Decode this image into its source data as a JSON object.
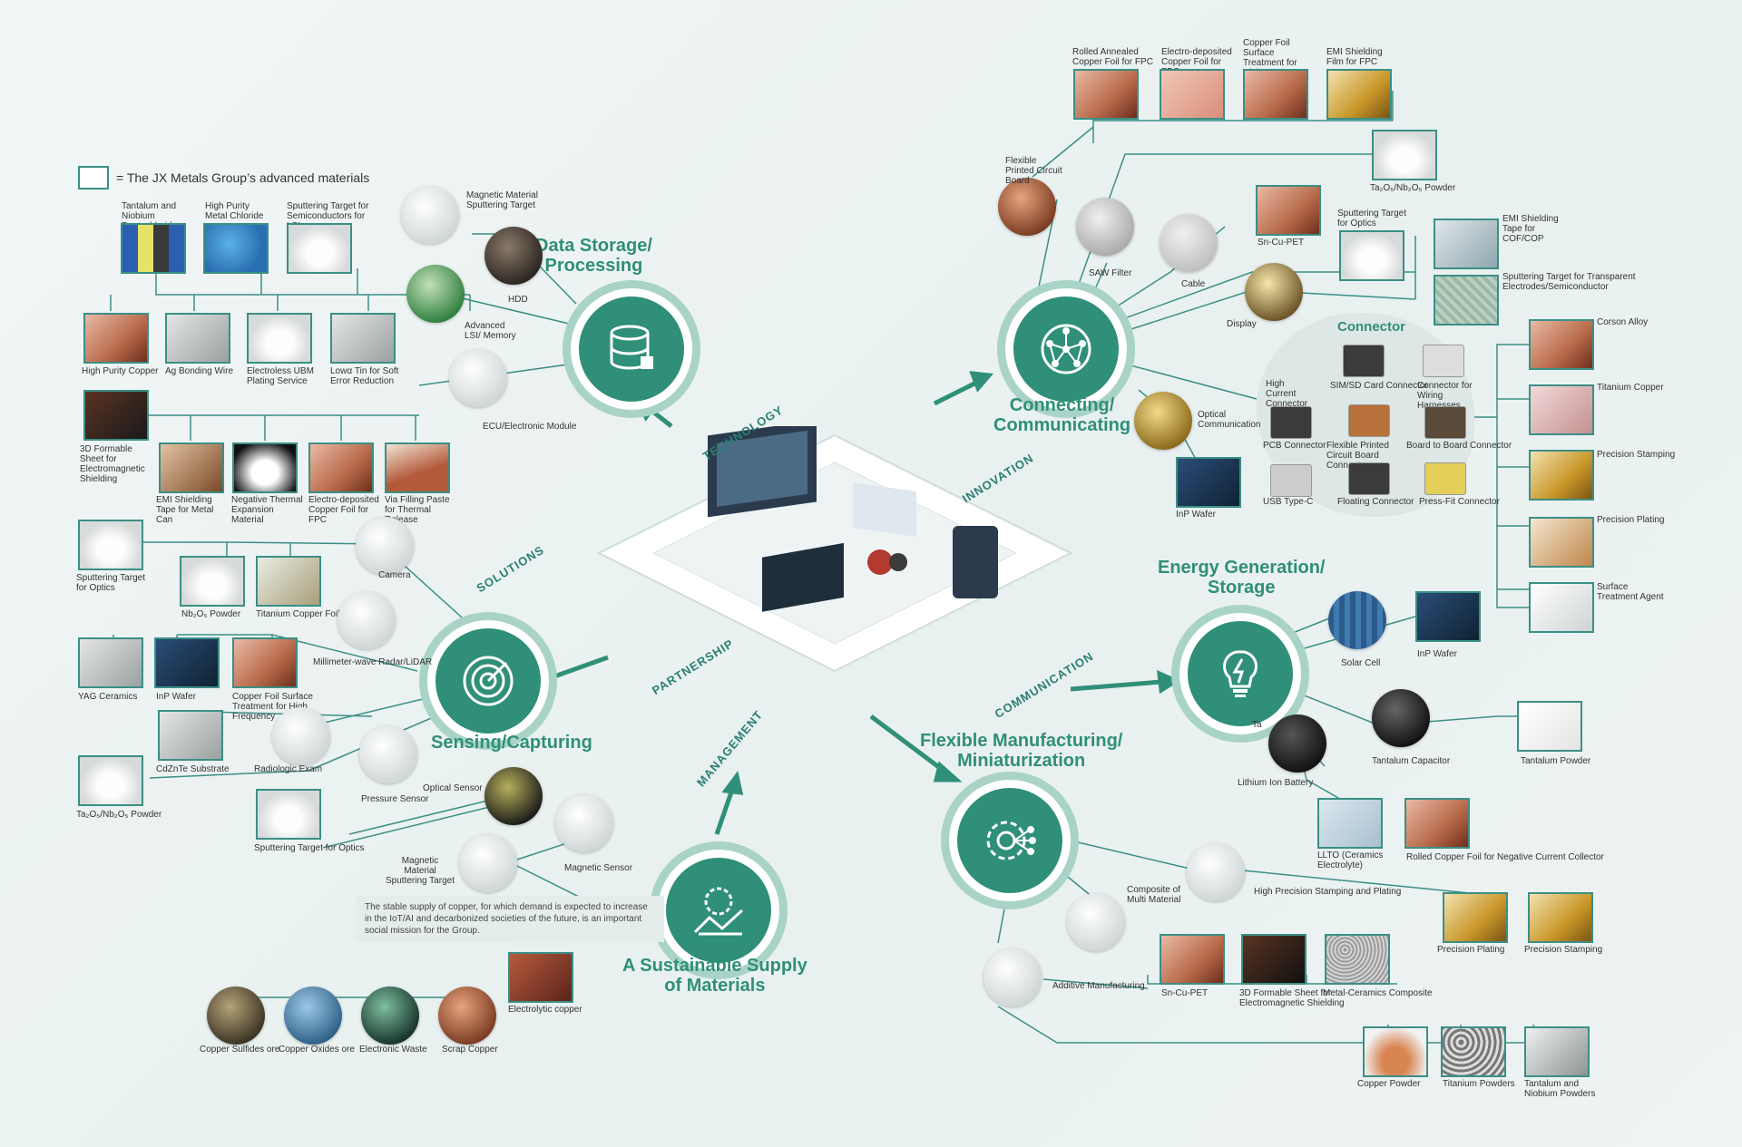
{
  "legend": {
    "text": "= The JX Metals Group’s advanced materials"
  },
  "hubs": {
    "data_storage": {
      "title_line1": "Data Storage/",
      "title_line2": "Processing",
      "icon": "database-icon"
    },
    "connecting": {
      "title_line1": "Connecting/",
      "title_line2": "Communicating",
      "icon": "network-icon"
    },
    "energy": {
      "title_line1": "Energy Generation/",
      "title_line2": "Storage",
      "icon": "lightbulb-icon"
    },
    "flexible": {
      "title_line1": "Flexible Manufacturing/",
      "title_line2": "Miniaturization",
      "icon": "gear-icon"
    },
    "sensing": {
      "title_line1": "Sensing/Capturing",
      "title_line2": "",
      "icon": "radar-icon"
    },
    "supply": {
      "title_line1": "A Sustainable Supply",
      "title_line2": "of Materials",
      "icon": "recycle-icon"
    }
  },
  "center_tags": {
    "technology": "TECHNOLOGY",
    "innovation": "INNOVATION",
    "solutions": "SOLUTIONS",
    "partnership": "PARTNERSHIP",
    "communication": "COMMUNICATION",
    "management": "MANAGEMENT"
  },
  "connector_title": "Connector",
  "note": "The stable supply of copper, for which demand is expected to increase in the IoT/AI and decarbonized societies of the future, is an important social mission for the Group.",
  "labels": {
    "tantalum_niobium_pentachlorides": "Tantalum and Niobium Pentachlorides",
    "high_purity_metal_chloride": "High Purity Metal Chloride",
    "sputtering_target_lsi": "Sputtering Target for Semiconductors for LSI",
    "magnetic_material_sputtering_target_top": "Magnetic Material Sputtering Target",
    "hdd": "HDD",
    "high_purity_copper": "High Purity Copper",
    "ag_bonding_wire": "Ag Bonding Wire",
    "electroless_ubm": "Electroless UBM Plating Service",
    "low_alpha_tin": "Lowα Tin for Soft Error Reduction",
    "advanced_lsi": "Advanced LSI/ Memory",
    "formable_sheet_left": "3D Formable Sheet for Electromagnetic Shielding",
    "ecu": "ECU/Electronic Module",
    "emi_tape_metal_can": "EMI Shielding Tape for Metal Can",
    "negative_thermal": "Negative Thermal Expansion Material",
    "ed_copper_fpc_left": "Electro-deposited Copper Foil for FPC",
    "via_filling": "Via Filling Paste for Thermal Release",
    "sputtering_optics_left": "Sputtering Target for Optics",
    "camera": "Camera",
    "nb2o5": "Nb₂O₅ Powder",
    "titanium_copper_foil": "Titanium Copper Foil",
    "mmwave": "Millimeter-wave Radar/LiDAR",
    "yag": "YAG Ceramics",
    "inp_wafer_left": "InP Wafer",
    "copper_foil_hf_left": "Copper Foil Surface Treatment for High Frequency",
    "cdznte": "CdZnTe Substrate",
    "radiologic": "Radiologic Exam",
    "ta2o5_left": "Ta₂O₅/Nb₂O₅ Powder",
    "pressure_sensor": "Pressure Sensor",
    "optical_sensor": "Optical Sensor",
    "sputtering_optics_bottom": "Sputtering Target for Optics",
    "magnetic_sputtering_bottom": "Magnetic Material Sputtering Target",
    "magnetic_sensor": "Magnetic Sensor",
    "copper_sulfides": "Copper Sulfides ore",
    "copper_oxides": "Copper Oxides ore",
    "electronic_waste": "Electronic Waste",
    "scrap_copper": "Scrap Copper",
    "electrolytic_copper": "Electrolytic copper",
    "rolled_annealed": "Rolled Annealed Copper Foil for FPC",
    "ed_copper_fpc_top": "Electro-deposited Copper Foil for FPC",
    "copper_foil_hf_top": "Copper Foil Surface Treatment for High Frequency",
    "emi_film_fpc": "EMI Shielding Film for FPC",
    "fpc": "Flexible Printed Circuit Board",
    "ta2o5_top": "Ta₂O₅/Nb₂O₅ Powder",
    "saw_filter": "SAW Filter",
    "cable": "Cable",
    "sn_cu_pet_top": "Sn-Cu-PET",
    "sputtering_optics_right": "Sputtering Target for Optics",
    "emi_tape_cof": "EMI Shielding Tape for COF/COP",
    "display": "Display",
    "sputtering_transparent": "Sputtering Target for Transparent Electrodes/Semiconductor",
    "high_current": "High Current Connector",
    "sim_sd": "SIM/SD Card Connector",
    "wiring_harness": "Connector for Wiring Harnesses",
    "corson": "Corson Alloy",
    "titanium_copper": "Titanium Copper",
    "optical_comm": "Optical Communication",
    "pcb_connector": "PCB Connector",
    "fpc_connector": "Flexible Printed Circuit Board Connector",
    "board_to_board": "Board to Board Connector",
    "precision_stamping_right": "Precision Stamping",
    "usb_c": "USB Type-C",
    "floating": "Floating Connector",
    "press_fit": "Press-Fit Connector",
    "precision_plating_right": "Precision Plating",
    "inp_wafer_mid": "InP Wafer",
    "surface_treatment": "Surface Treatment Agent",
    "solar_cell": "Solar Cell",
    "inp_wafer_energy": "InP Wafer",
    "tantalum_capacitor": "Tantalum Capacitor",
    "tantalum_powder": "Tantalum Powder",
    "lithium_ion": "Lithium Ion Battery",
    "llto": "LLTO (Ceramics Electrolyte)",
    "rolled_copper_negative": "Rolled Copper Foil for Negative Current Collector",
    "high_precision": "High Precision Stamping and Plating",
    "composite_multi": "Composite of Multi Material",
    "precision_plating_bottom": "Precision Plating",
    "precision_stamping_bottom": "Precision Stamping",
    "additive": "Additive Manufacturing",
    "sn_cu_pet_bottom": "Sn-Cu-PET",
    "formable_sheet_bottom": "3D Formable Sheet for Electromagnetic Shielding",
    "metal_ceramics": "Metal-Ceramics Composite",
    "copper_powder": "Copper Powder",
    "titanium_powders": "Titanium Powders",
    "ta_nb_powders": "Tantalum and Niobium Powders",
    "ta_partial": "Ta"
  },
  "colors": {
    "accent": "#2f8f78",
    "line": "#3b8f85",
    "ring": "#a9d3c6"
  }
}
